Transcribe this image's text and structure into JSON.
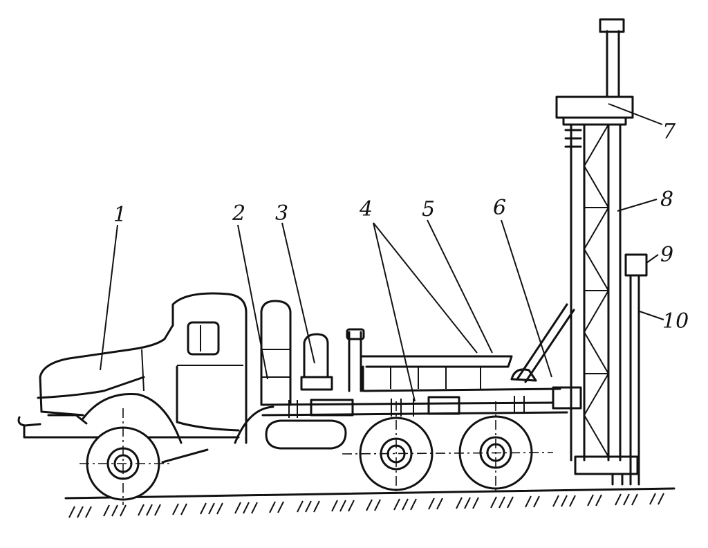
{
  "diagram": {
    "callouts": [
      {
        "id": "1",
        "text": "1"
      },
      {
        "id": "2",
        "text": "2"
      },
      {
        "id": "3",
        "text": "3"
      },
      {
        "id": "4",
        "text": "4"
      },
      {
        "id": "5",
        "text": "5"
      },
      {
        "id": "6",
        "text": "6"
      },
      {
        "id": "7",
        "text": "7"
      },
      {
        "id": "8",
        "text": "8"
      },
      {
        "id": "9",
        "text": "9"
      },
      {
        "id": "10",
        "text": "10"
      }
    ]
  }
}
